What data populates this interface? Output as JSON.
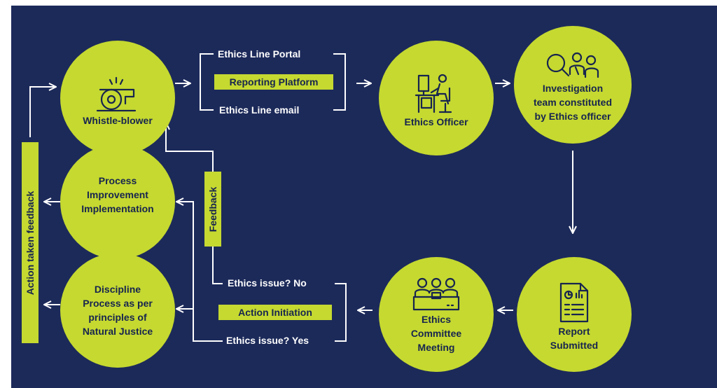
{
  "nodes": {
    "whistle_blower": "Whistle-blower",
    "ethics_officer": "Ethics Officer",
    "investigation_team": "Investigation\nteam constituted\nby Ethics officer",
    "report_submitted": "Report\nSubmitted",
    "ethics_committee": "Ethics\nCommittee\nMeeting",
    "process_improvement": "Process\nImprovement\nImplementation",
    "discipline_process": "Discipline\nProcess as per\nprinciples of\nNatural Justice"
  },
  "channels": {
    "portal": "Ethics Line Portal",
    "platform": "Reporting Platform",
    "email": "Ethics Line email"
  },
  "decision": {
    "no": "Ethics issue? No",
    "initiation": "Action Initiation",
    "yes": "Ethics issue? Yes"
  },
  "side_labels": {
    "feedback": "Feedback",
    "action_taken_feedback": "Action taken feedback"
  },
  "colors": {
    "background": "#1c2a5a",
    "accent": "#c5d930",
    "text_on_accent": "#17244f",
    "lines": "#ffffff"
  },
  "icons": {
    "whistle_blower": "whistle-icon",
    "ethics_officer": "officer-at-desk-icon",
    "investigation_team": "magnifier-team-icon",
    "report_submitted": "report-document-icon",
    "ethics_committee": "committee-meeting-icon"
  }
}
